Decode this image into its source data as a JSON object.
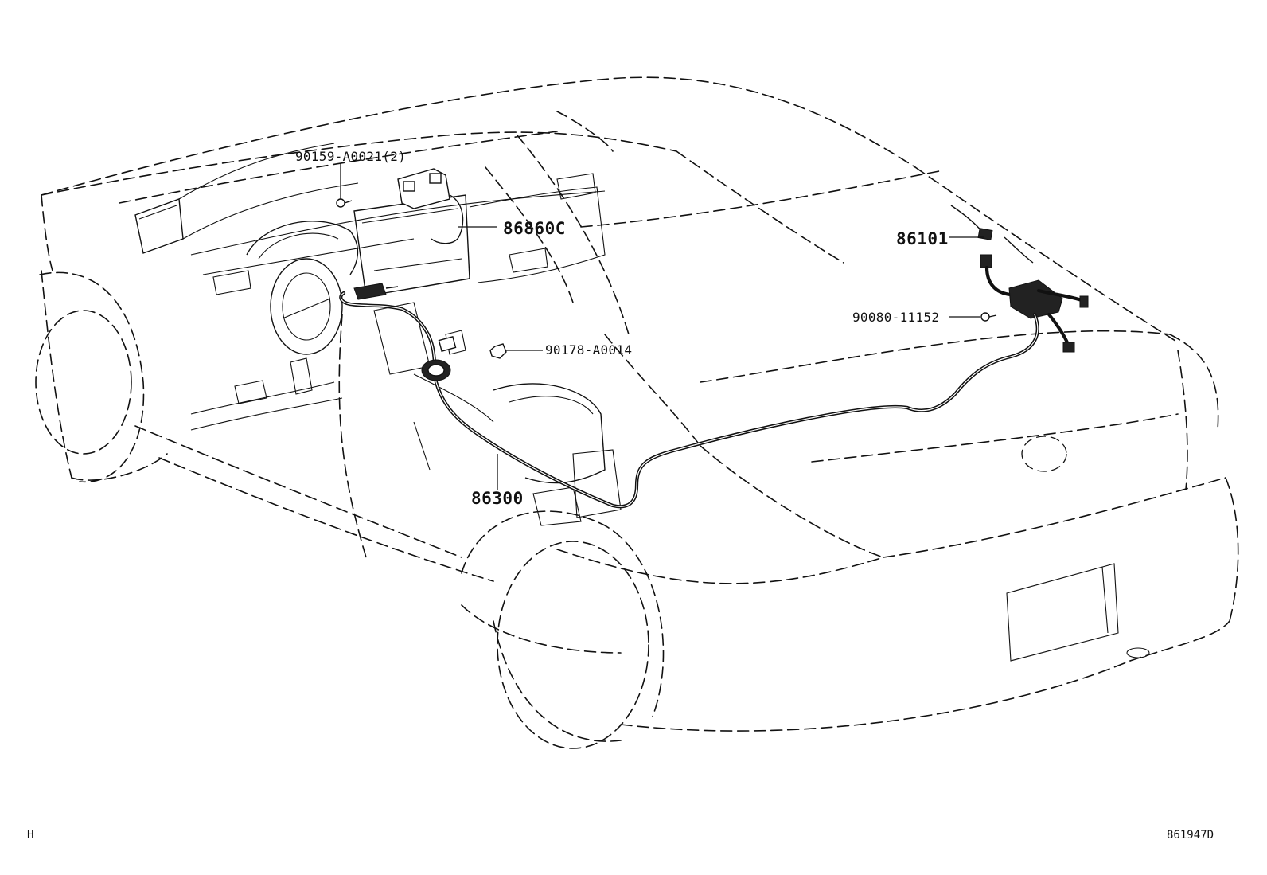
{
  "callouts": {
    "p90159": "90159-A0021(2)",
    "p86860c": "86860C",
    "p86101": "86101",
    "p90080": "90080-11152",
    "p90178": "90178-A0014",
    "p86300": "86300"
  },
  "footer": {
    "left_code": "H",
    "drawing_number": "861947D"
  },
  "colors": {
    "line": "#111111",
    "background": "#ffffff"
  }
}
